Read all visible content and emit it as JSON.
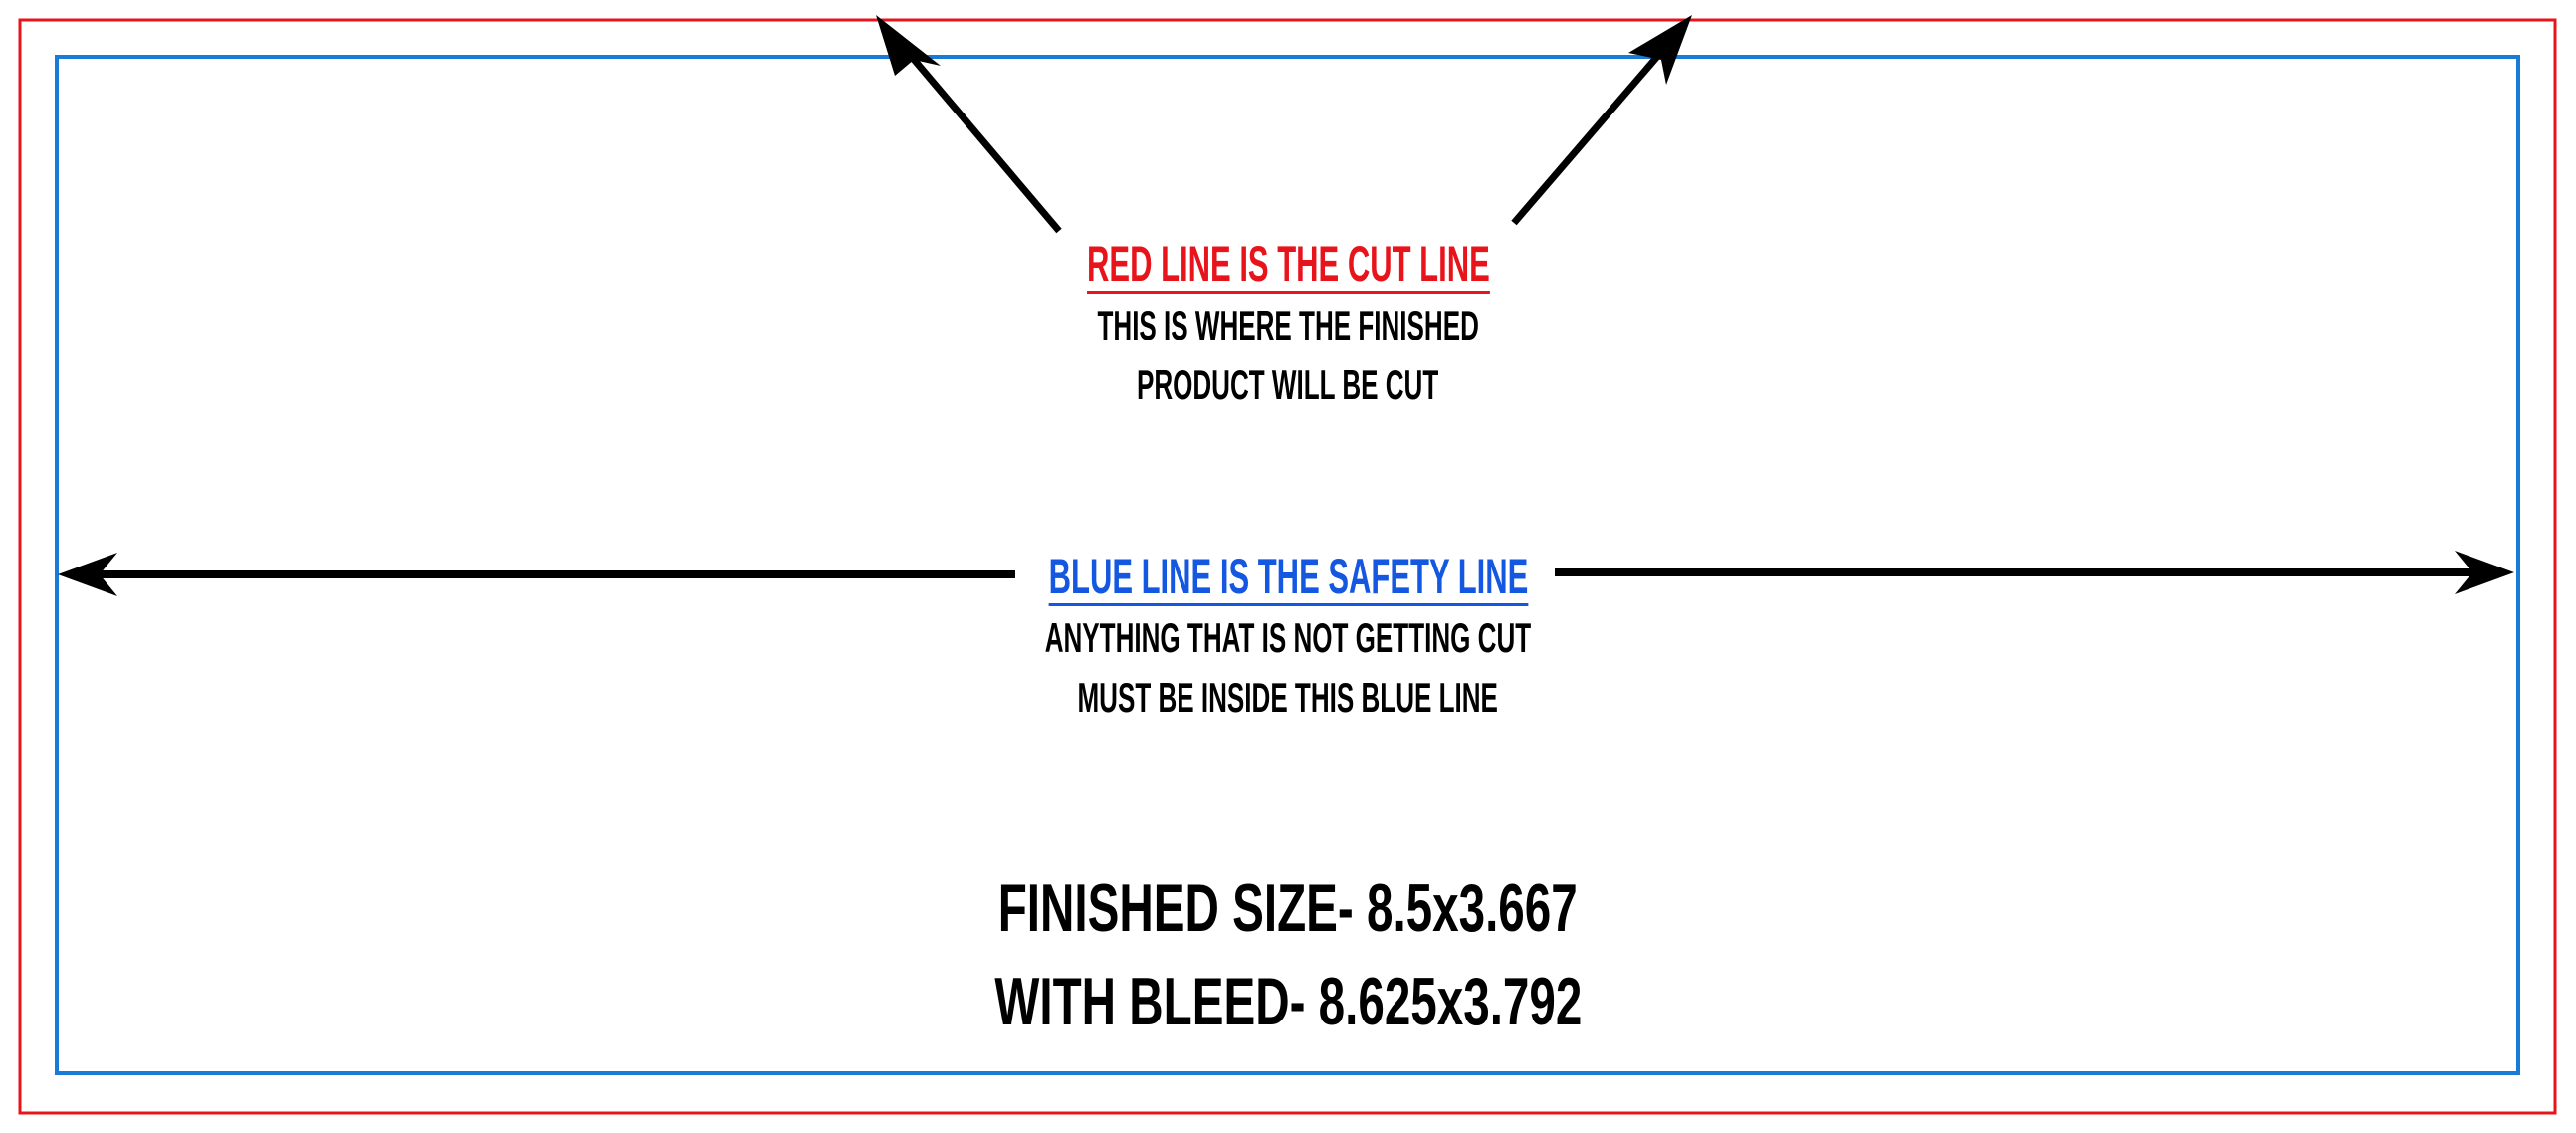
{
  "colors": {
    "cut_line": "#e8141c",
    "safety_line": "#1a7ad8",
    "arrows": "#000000",
    "safety_heading": "#1457e0"
  },
  "cut_line": {
    "heading": "RED LINE IS THE CUT LINE",
    "line1": "THIS IS WHERE THE FINISHED",
    "line2": "PRODUCT WILL BE CUT"
  },
  "safety_line": {
    "heading": "BLUE LINE IS THE SAFETY LINE",
    "line1": "ANYTHING THAT IS NOT GETTING CUT",
    "line2": "MUST BE INSIDE THIS BLUE LINE"
  },
  "sizes": {
    "finished": "FINISHED SIZE- 8.5x3.667",
    "bleed": "WITH BLEED- 8.625x3.792"
  }
}
